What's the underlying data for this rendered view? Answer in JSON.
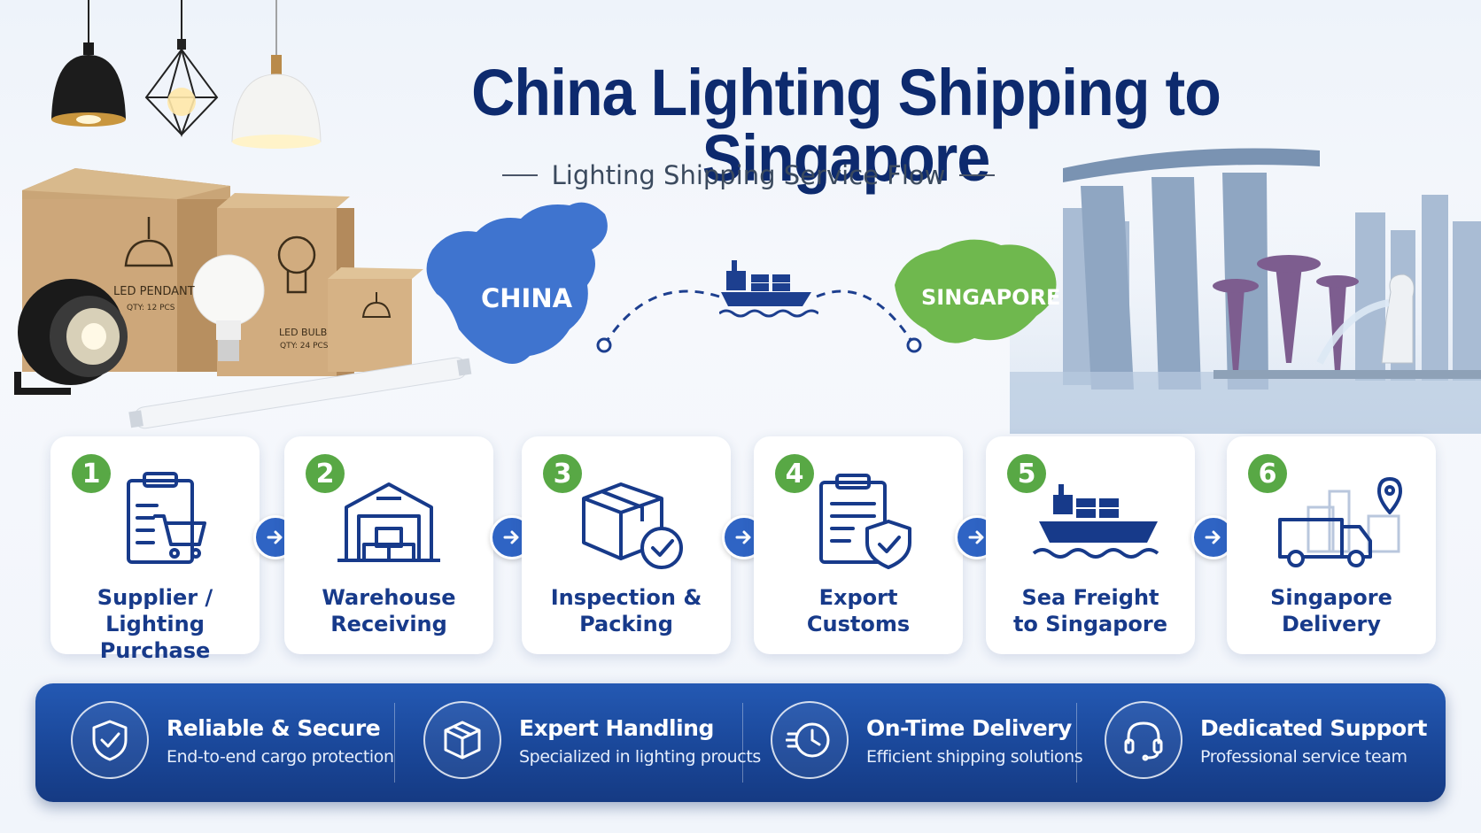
{
  "header": {
    "title": "China Lighting Shipping to Singapore",
    "subtitle": "Lighting Shipping Service Flow"
  },
  "map": {
    "origin_label": "CHINA",
    "destination_label": "SINGAPORE"
  },
  "product_boxes": {
    "pendant_label": "LED PENDANT",
    "pendant_qty": "QTY: 12 PCS",
    "bulb_label": "LED BULB",
    "bulb_qty": "QTY: 24 PCS"
  },
  "steps": [
    {
      "number": "1",
      "label": "Supplier /\nLighting Purchase",
      "icon": "clipboard-cart-icon"
    },
    {
      "number": "2",
      "label": "Warehouse\nReceiving",
      "icon": "warehouse-icon"
    },
    {
      "number": "3",
      "label": "Inspection &\nPacking",
      "icon": "box-check-icon"
    },
    {
      "number": "4",
      "label": "Export\nCustoms",
      "icon": "clipboard-shield-icon"
    },
    {
      "number": "5",
      "label": "Sea Freight\nto Singapore",
      "icon": "cargo-ship-icon"
    },
    {
      "number": "6",
      "label": "Singapore\nDelivery",
      "icon": "delivery-truck-icon"
    }
  ],
  "features": [
    {
      "title": "Reliable & Secure",
      "subtitle": "End-to-end cargo protection",
      "icon": "shield-check-icon"
    },
    {
      "title": "Expert Handling",
      "subtitle": "Specialized in lighting proucts",
      "icon": "package-icon"
    },
    {
      "title": "On-Time Delivery",
      "subtitle": "Efficient shipping solutions",
      "icon": "clock-icon"
    },
    {
      "title": "Dedicated Support",
      "subtitle": "Professional service team",
      "icon": "headset-icon"
    }
  ],
  "colors": {
    "title": "#0d2a6e",
    "card_label": "#173a8a",
    "step_badge": "#58a845",
    "arrow": "#2f64c4",
    "china_map": "#3f74cf",
    "singapore_map": "#6fb84e",
    "bottom_bar": "#1a4799"
  }
}
